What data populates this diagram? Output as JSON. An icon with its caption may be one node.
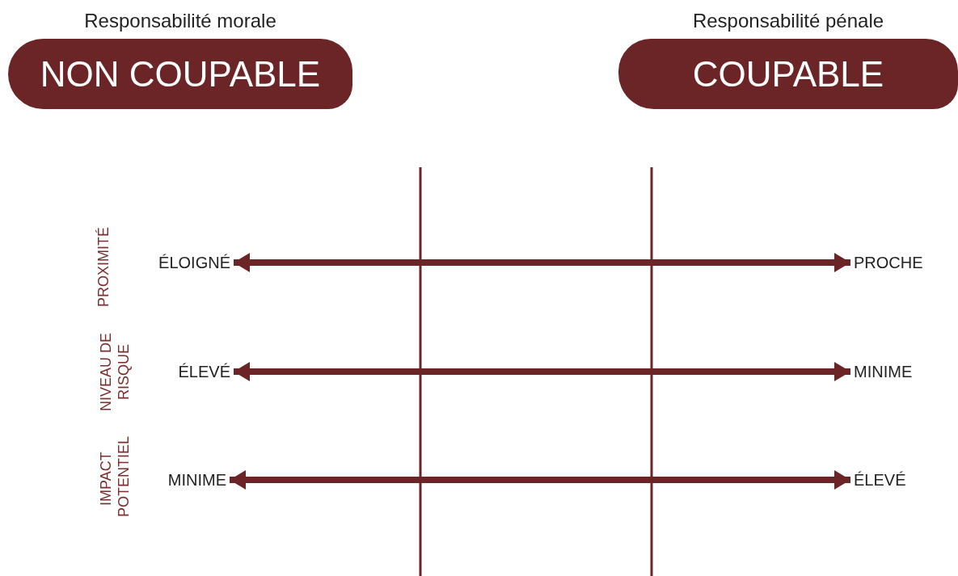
{
  "diagram": {
    "nodes": [
      {
        "text": [
          "Responsabilité morale",
          "NON COUPABLE"
        ]
      },
      {
        "text": [
          "Responsabilité pénale",
          "COUPABLE"
        ]
      },
      {
        "text": [
          "ÉLOIGNÉ"
        ]
      },
      {
        "text": [
          "PROCHE"
        ]
      },
      {
        "text": [
          "ÉLEVÉ"
        ]
      },
      {
        "text": [
          "MINIME"
        ]
      },
      {
        "text": [
          "MINIME"
        ]
      },
      {
        "text": [
          "ÉLEVÉ"
        ]
      }
    ],
    "edges": [
      {
        "from": 2,
        "to": 3,
        "arrow": "both"
      },
      {
        "from": 4,
        "to": 5,
        "arrow": "both"
      },
      {
        "from": 6,
        "to": 7,
        "arrow": "both"
      }
    ],
    "labels": [
      "PROXIMITÉ",
      "NIVEAU DE RISQUE",
      "IMPACT POTENTIEL"
    ]
  }
}
